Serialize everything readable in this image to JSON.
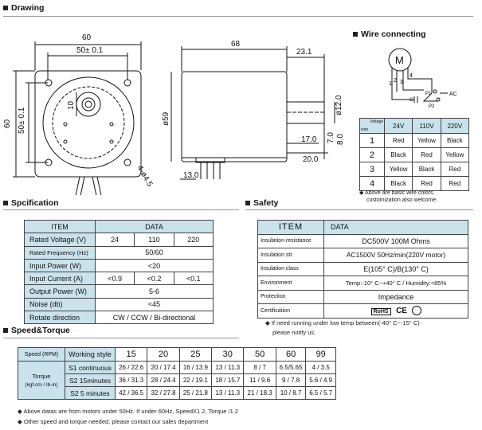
{
  "sections": {
    "drawing": "Drawing",
    "wire_connecting": "Wire connecting",
    "specification": "Spcification",
    "safety": "Safety",
    "speed_torque": "Speed&Torque"
  },
  "drawing_dims": {
    "d60_top": "60",
    "d50_top": "50± 0.1",
    "d60_left": "60",
    "d50_left": "50± 0.1",
    "d10": "10",
    "d68": "68",
    "d23": "23.1",
    "d59": "ø59",
    "d12": "ø12.0",
    "d17": "17.0",
    "d20": "20.0",
    "d7": "7.0",
    "d8": "8.0",
    "d13": "13.0",
    "d45": "4-ø4.5"
  },
  "wiring": {
    "motor_label": "M",
    "wire_nums": [
      "1",
      "2",
      "3",
      "4"
    ],
    "p1": "P1",
    "p2": "P2",
    "c": "C",
    "ac": "AC"
  },
  "wire_table": {
    "header_voltage": "Voltage",
    "header_wire": "wire",
    "voltages": [
      "24V",
      "110V",
      "220V"
    ],
    "rows": [
      {
        "wire": "1",
        "c": [
          "Red",
          "Yellow",
          "Black"
        ]
      },
      {
        "wire": "2",
        "c": [
          "Black",
          "Red",
          "Yellow"
        ]
      },
      {
        "wire": "3",
        "c": [
          "Yellow",
          "Black",
          "Red"
        ]
      },
      {
        "wire": "4",
        "c": [
          "Black",
          "Red",
          "Red"
        ]
      }
    ],
    "note1": "◆ Above are basic wire colors,",
    "note2": "customization also welcome."
  },
  "spec_table": {
    "h_item": "ITEM",
    "h_data": "DATA",
    "rated_voltage": {
      "label": "Rated Voltage (V)",
      "v": [
        "24",
        "110",
        "220"
      ]
    },
    "rated_freq": {
      "label": "Rated Frequency (Hz)",
      "v": "50/60"
    },
    "input_power": {
      "label": "Input Power (W)",
      "v": "<20"
    },
    "input_current": {
      "label": "Input Current (A)",
      "v": [
        "<0.9",
        "<0.2",
        "<0.1"
      ]
    },
    "output_power": {
      "label": "Output Power (W)",
      "v": "5-6"
    },
    "noise": {
      "label": "Noise (db)",
      "v": "<45"
    },
    "rotate": {
      "label": "Rotate direction",
      "v": "CW / CCW / Bi-directional"
    }
  },
  "safety_table": {
    "h_item": "ITEM",
    "h_data": "DATA",
    "rows": [
      {
        "label": "Insulation resistance",
        "v": "DC500V  100M Ohms"
      },
      {
        "label": "Insulation str.",
        "v": "AC1500V 50Hz/min(220V motor)"
      },
      {
        "label": "Insulation class",
        "v": "E(105° C)/B(130° C)"
      },
      {
        "label": "Environment",
        "v": "Temp:-10° C~+40° C / Humidity:<85%"
      },
      {
        "label": "Protection",
        "v": "Impedance"
      },
      {
        "label": "Certification",
        "v_rohs": "RoHS",
        "v_ce": "CE"
      }
    ],
    "note1": "◆ If need running under low temp between(-40° C~-15° C)",
    "note2": "please notify us."
  },
  "speed_table": {
    "h_speed": "Speed (RPM)",
    "h_style": "Working style",
    "speeds": [
      "15",
      "20",
      "25",
      "30",
      "50",
      "60",
      "99"
    ],
    "torque_label1": "Torque",
    "torque_label2": "(kgf.cm / lb-in)",
    "rows": [
      {
        "style": "S1 continuous",
        "v": [
          "26 / 22.6",
          "20 / 17.4",
          "16 / 13.9",
          "13 / 11.3",
          "8 / 7",
          "6.5/5.65",
          "4 / 3.5"
        ]
      },
      {
        "style": "S2  15minutes",
        "v": [
          "36 / 31.3",
          "28 / 24.4",
          "22 / 19.1",
          "18 / 15.7",
          "11 / 9.6",
          "9 / 7.8",
          "5.6 / 4.9"
        ]
      },
      {
        "style": "S2  5 minutes",
        "v": [
          "42 / 36.5",
          "32 / 27.8",
          "25 / 21.8",
          "13 / 11.3",
          "21 / 18.3",
          "10 / 8.7",
          "6.5 / 5.7"
        ]
      }
    ],
    "note1": "◆ Above datas are from motors under 50Hz. If under 60Hz,  SpeedX1.2, Torque /1.2",
    "note2": "◆ Other speed and torque needed,  please contact our sales department"
  }
}
